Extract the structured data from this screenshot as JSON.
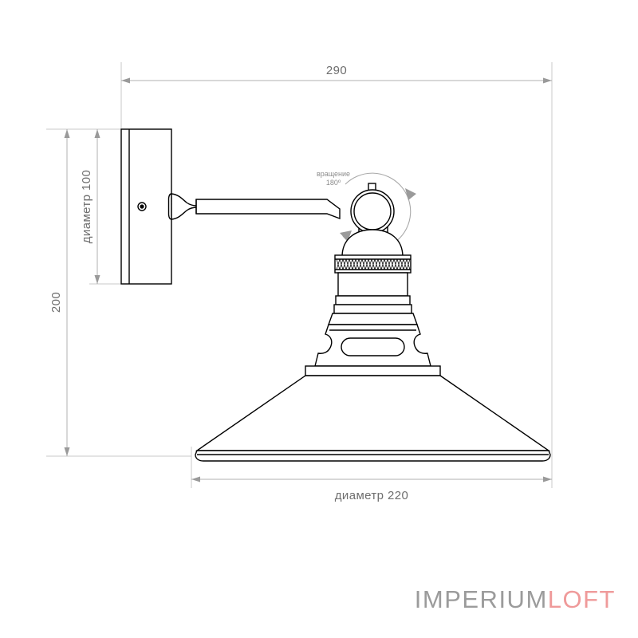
{
  "drawing": {
    "title": "Wall sconce technical dimension drawing",
    "dimensions": {
      "width_top": {
        "label": "290",
        "unit": "mm",
        "orientation": "horizontal",
        "position": "top"
      },
      "backplate_diameter": {
        "label": "диаметр 100",
        "unit": "mm",
        "orientation": "vertical",
        "position": "left-inner"
      },
      "height_total": {
        "label": "200",
        "unit": "mm",
        "orientation": "vertical",
        "position": "left-outer"
      },
      "shade_diameter": {
        "label": "диаметр 220",
        "unit": "mm",
        "orientation": "horizontal",
        "position": "bottom"
      }
    },
    "annotations": [
      {
        "name": "rotation-note",
        "line1": "вращение",
        "line2": "180º"
      }
    ],
    "colors": {
      "dimension_line": "#b0b0b0",
      "extension_line": "#c8c8c8",
      "dimension_text": "#6e6e6e",
      "annotation_text": "#8d8d8d",
      "object_outline": "#000000",
      "background": "#ffffff"
    },
    "parts": [
      {
        "name": "wall-backplate",
        "icon": "backplate-icon"
      },
      {
        "name": "mounting-screw-hole",
        "icon": "screw-hole-icon"
      },
      {
        "name": "arm-collar",
        "icon": "collar-icon"
      },
      {
        "name": "arm-tube",
        "icon": "arm-icon"
      },
      {
        "name": "swivel-joint",
        "icon": "swivel-joint-icon"
      },
      {
        "name": "knurled-ring",
        "icon": "knurled-ring-icon"
      },
      {
        "name": "lamp-socket",
        "icon": "socket-icon"
      },
      {
        "name": "shade-gallery",
        "icon": "gallery-icon"
      },
      {
        "name": "shade-cone",
        "icon": "shade-icon"
      },
      {
        "name": "shade-rim",
        "icon": "rim-icon"
      }
    ]
  },
  "logo": {
    "part1": "IMPERIUM",
    "part2": "LOFT",
    "color1": "#9b9b9b",
    "color2": "#ef9a9a"
  }
}
